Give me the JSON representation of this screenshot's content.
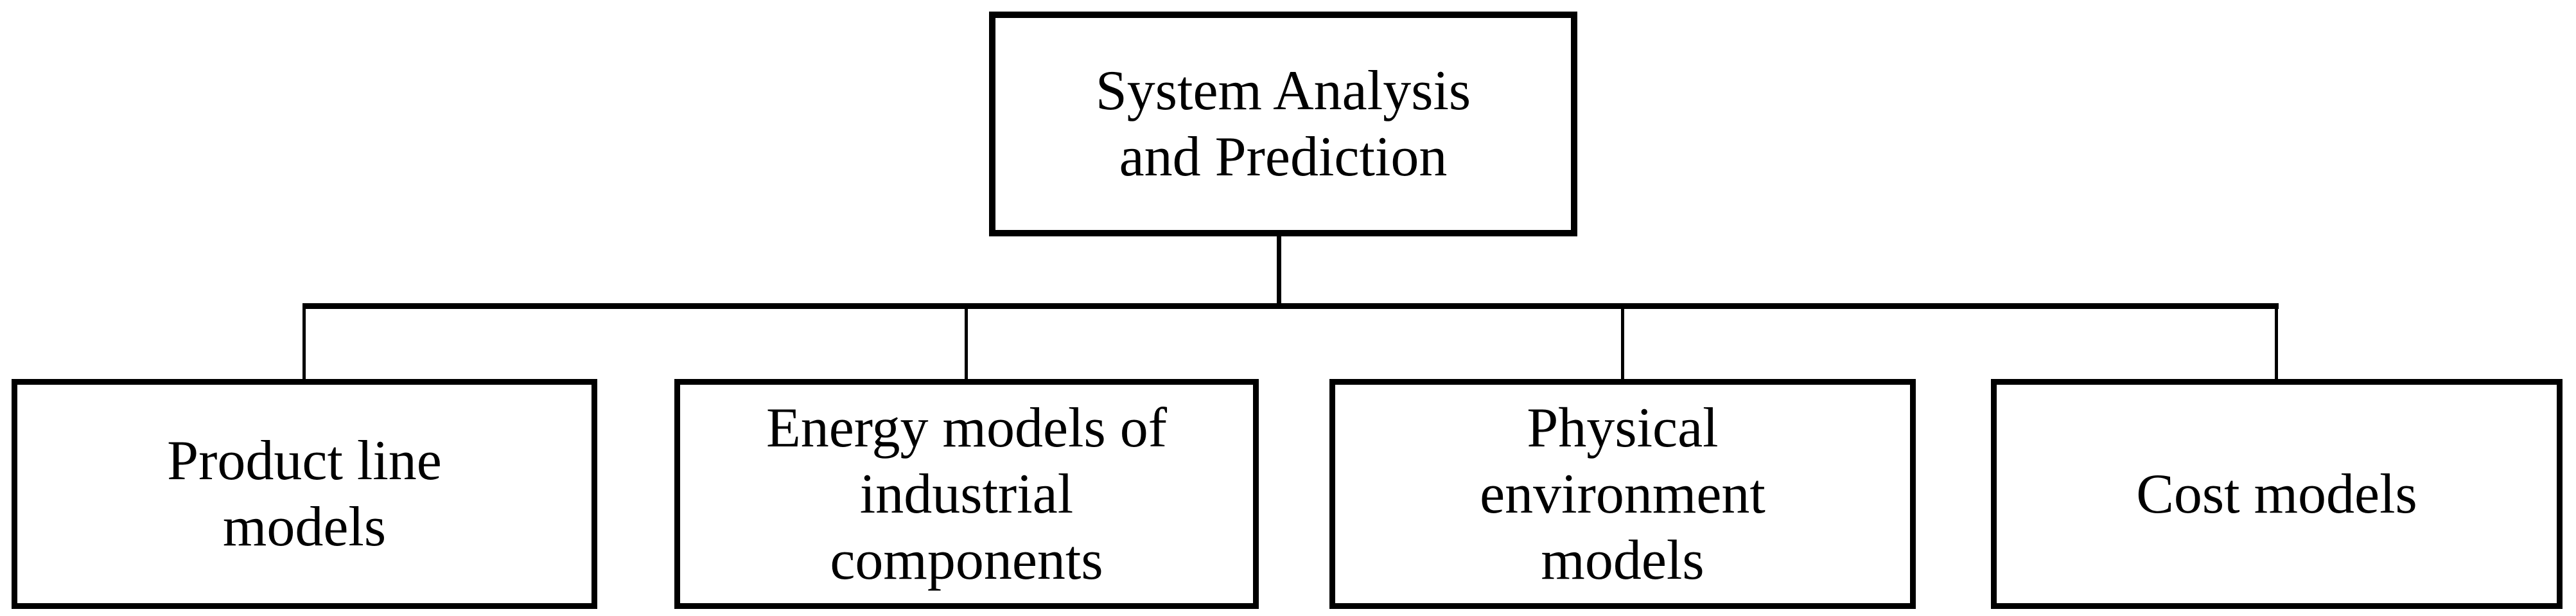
{
  "diagram": {
    "colors": {
      "background": "#ffffff",
      "line": "#000000",
      "text": "#000000"
    },
    "root": {
      "label": "System Analysis\nand Prediction"
    },
    "children": [
      {
        "label": "Product line\nmodels"
      },
      {
        "label": "Energy models of\nindustrial\ncomponents"
      },
      {
        "label": "Physical\nenvironment\nmodels"
      },
      {
        "label": "Cost models"
      }
    ]
  }
}
